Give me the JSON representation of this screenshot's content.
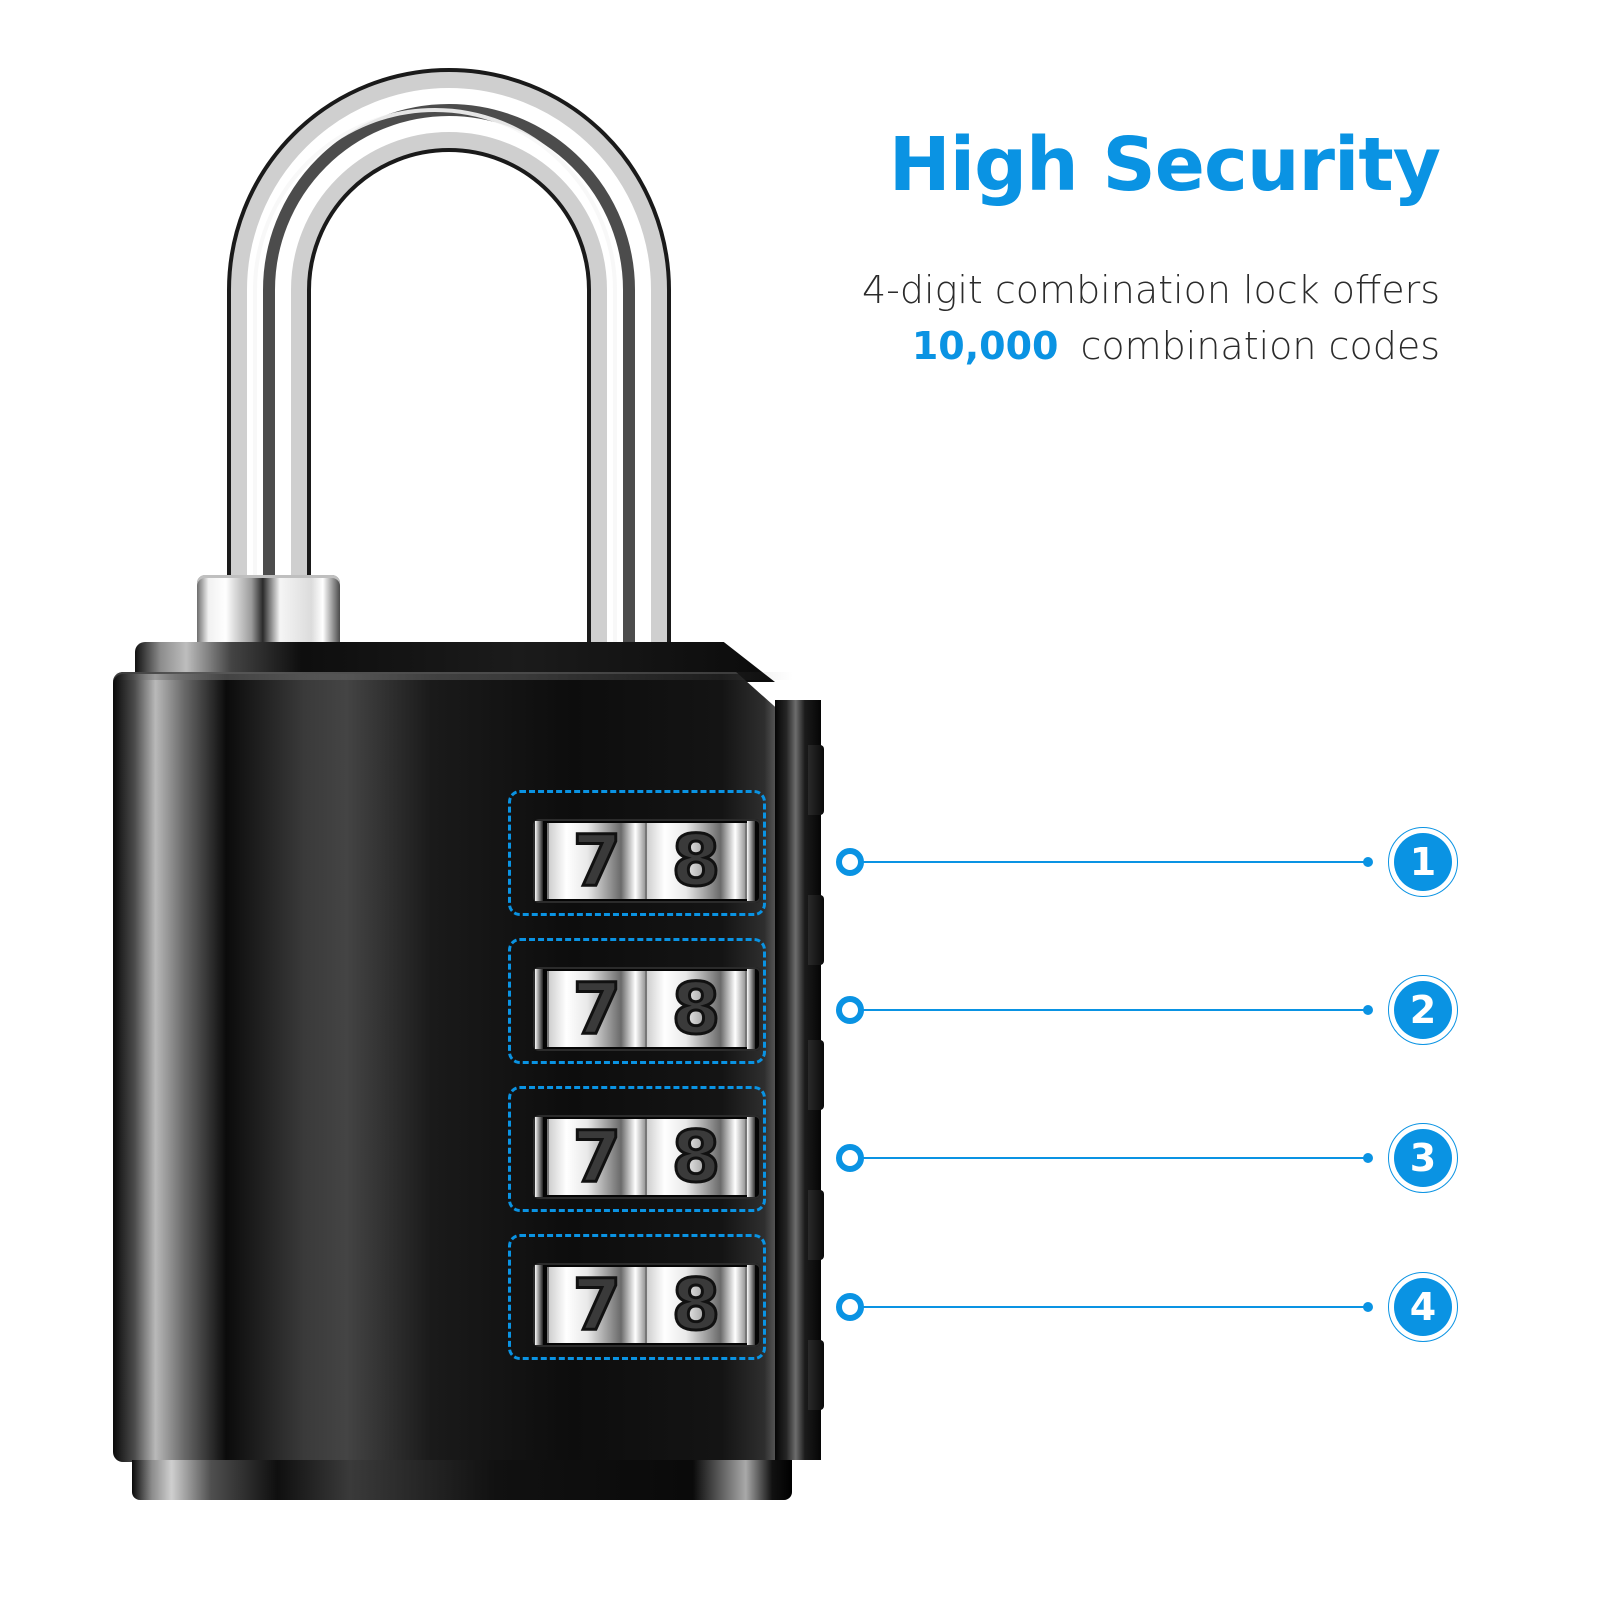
{
  "header": {
    "title": "High Security",
    "subtitle_line1": "4-digit combination lock offers",
    "subtitle_highlight": "10,000",
    "subtitle_line2": "combination codes"
  },
  "colors": {
    "accent": "#0a93e3",
    "text": "#2b2b2b",
    "lock_body": "#0d0d0d",
    "shackle": "#c9c9c9"
  },
  "lock": {
    "dials": [
      {
        "index": "1",
        "digits": [
          "7",
          "8"
        ]
      },
      {
        "index": "2",
        "digits": [
          "7",
          "8"
        ]
      },
      {
        "index": "3",
        "digits": [
          "7",
          "8"
        ]
      },
      {
        "index": "4",
        "digits": [
          "7",
          "8"
        ]
      }
    ]
  }
}
